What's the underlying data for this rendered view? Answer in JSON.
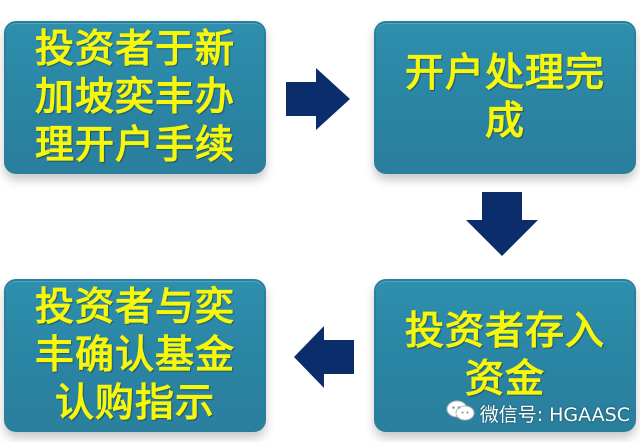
{
  "flow": {
    "step1": "投资者于新加坡奕丰办理开户手续",
    "step2": "开户处理完成",
    "step3": "投资者存入资金",
    "step4": "投资者与奕丰确认基金认购指示"
  },
  "watermark": {
    "label": "微信号: HGAASC",
    "icon": "wechat-icon"
  },
  "colors": {
    "box_fill": "#2a84a3",
    "box_text": "#f7f70a",
    "arrow": "#0b2d6b"
  }
}
